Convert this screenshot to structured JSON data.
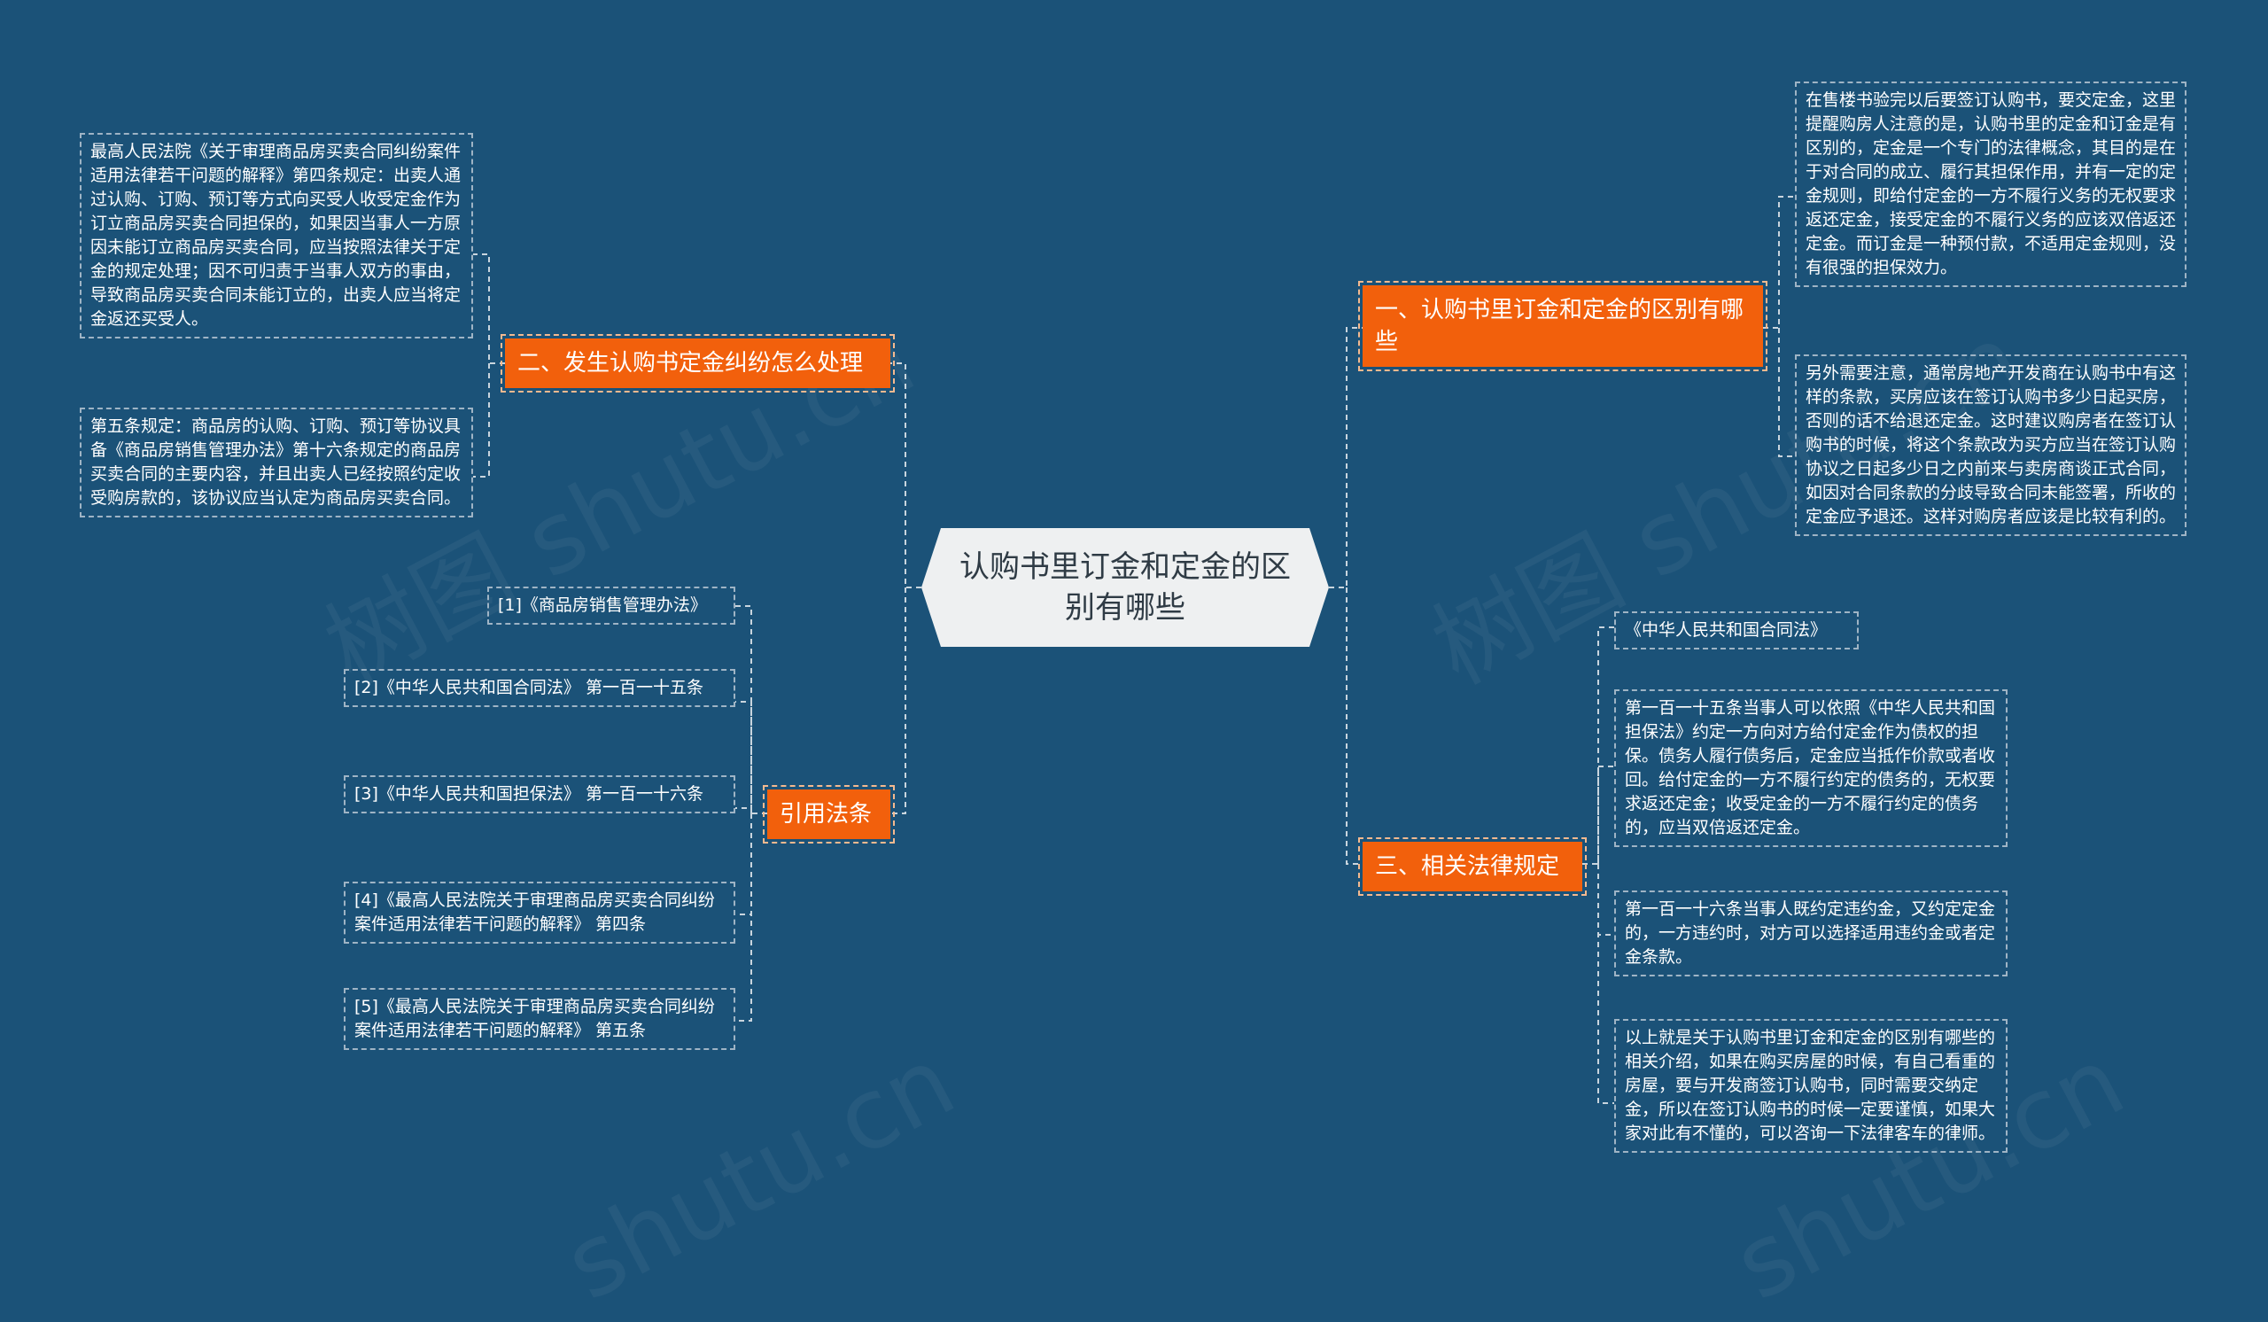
{
  "root": {
    "title": "认购书里订金和定金的区别有哪些"
  },
  "branches": {
    "b1": {
      "label": "一、认购书里订金和定金的区别有哪些"
    },
    "b2": {
      "label": "二、发生认购书定金纠纷怎么处理"
    },
    "b3": {
      "label": "三、相关法律规定"
    },
    "b4": {
      "label": "引用法条"
    }
  },
  "leaves": {
    "b1_1": "在售楼书验完以后要签订认购书，要交定金，这里提醒购房人注意的是，认购书里的定金和订金是有区别的，定金是一个专门的法律概念，其目的是在于对合同的成立、履行其担保作用，并有一定的定金规则，即给付定金的一方不履行义务的无权要求返还定金，接受定金的不履行义务的应该双倍返还定金。而订金是一种预付款，不适用定金规则，没有很强的担保效力。",
    "b1_2": "另外需要注意，通常房地产开发商在认购书中有这样的条款，买房应该在签订认购书多少日起买房，否则的话不给退还定金。这时建议购房者在签订认购书的时候，将这个条款改为买方应当在签订认购协议之日起多少日之内前来与卖房商谈正式合同，如因对合同条款的分歧导致合同未能签署，所收的定金应予退还。这样对购房者应该是比较有利的。",
    "b2_1": "最高人民法院《关于审理商品房买卖合同纠纷案件适用法律若干问题的解释》第四条规定：出卖人通过认购、订购、预订等方式向买受人收受定金作为订立商品房买卖合同担保的，如果因当事人一方原因未能订立商品房买卖合同，应当按照法律关于定金的规定处理；因不可归责于当事人双方的事由，导致商品房买卖合同未能订立的，出卖人应当将定金返还买受人。",
    "b2_2": "第五条规定：商品房的认购、订购、预订等协议具备《商品房销售管理办法》第十六条规定的商品房买卖合同的主要内容，并且出卖人已经按照约定收受购房款的，该协议应当认定为商品房买卖合同。",
    "b3_1": "《中华人民共和国合同法》",
    "b3_2": "第一百一十五条当事人可以依照《中华人民共和国担保法》约定一方向对方给付定金作为债权的担保。债务人履行债务后，定金应当抵作价款或者收回。给付定金的一方不履行约定的债务的，无权要求返还定金；收受定金的一方不履行约定的债务的，应当双倍返还定金。",
    "b3_3": "第一百一十六条当事人既约定违约金，又约定定金的，一方违约时，对方可以选择适用违约金或者定金条款。",
    "b3_4": "以上就是关于认购书里订金和定金的区别有哪些的相关介绍，如果在购买房屋的时候，有自己看重的房屋，要与开发商签订认购书，同时需要交纳定金，所以在签订认购书的时候一定要谨慎，如果大家对此有不懂的，可以咨询一下法律客车的律师。",
    "b4_1": "[1]《商品房销售管理办法》",
    "b4_2": "[2]《中华人民共和国合同法》 第一百一十五条",
    "b4_3": "[3]《中华人民共和国担保法》 第一百一十六条",
    "b4_4": "[4]《最高人民法院关于审理商品房买卖合同纠纷案件适用法律若干问题的解释》 第四条",
    "b4_5": "[5]《最高人民法院关于审理商品房买卖合同纠纷案件适用法律若干问题的解释》 第五条"
  },
  "watermark": [
    "树图 shutu.cn",
    "树图 shutu.cn",
    "shutu.cn",
    "shutu.cn"
  ],
  "colors": {
    "background": "#1b5278",
    "branch": "#f2600c",
    "root": "#eef0f1",
    "connector": "#c9d5de"
  }
}
